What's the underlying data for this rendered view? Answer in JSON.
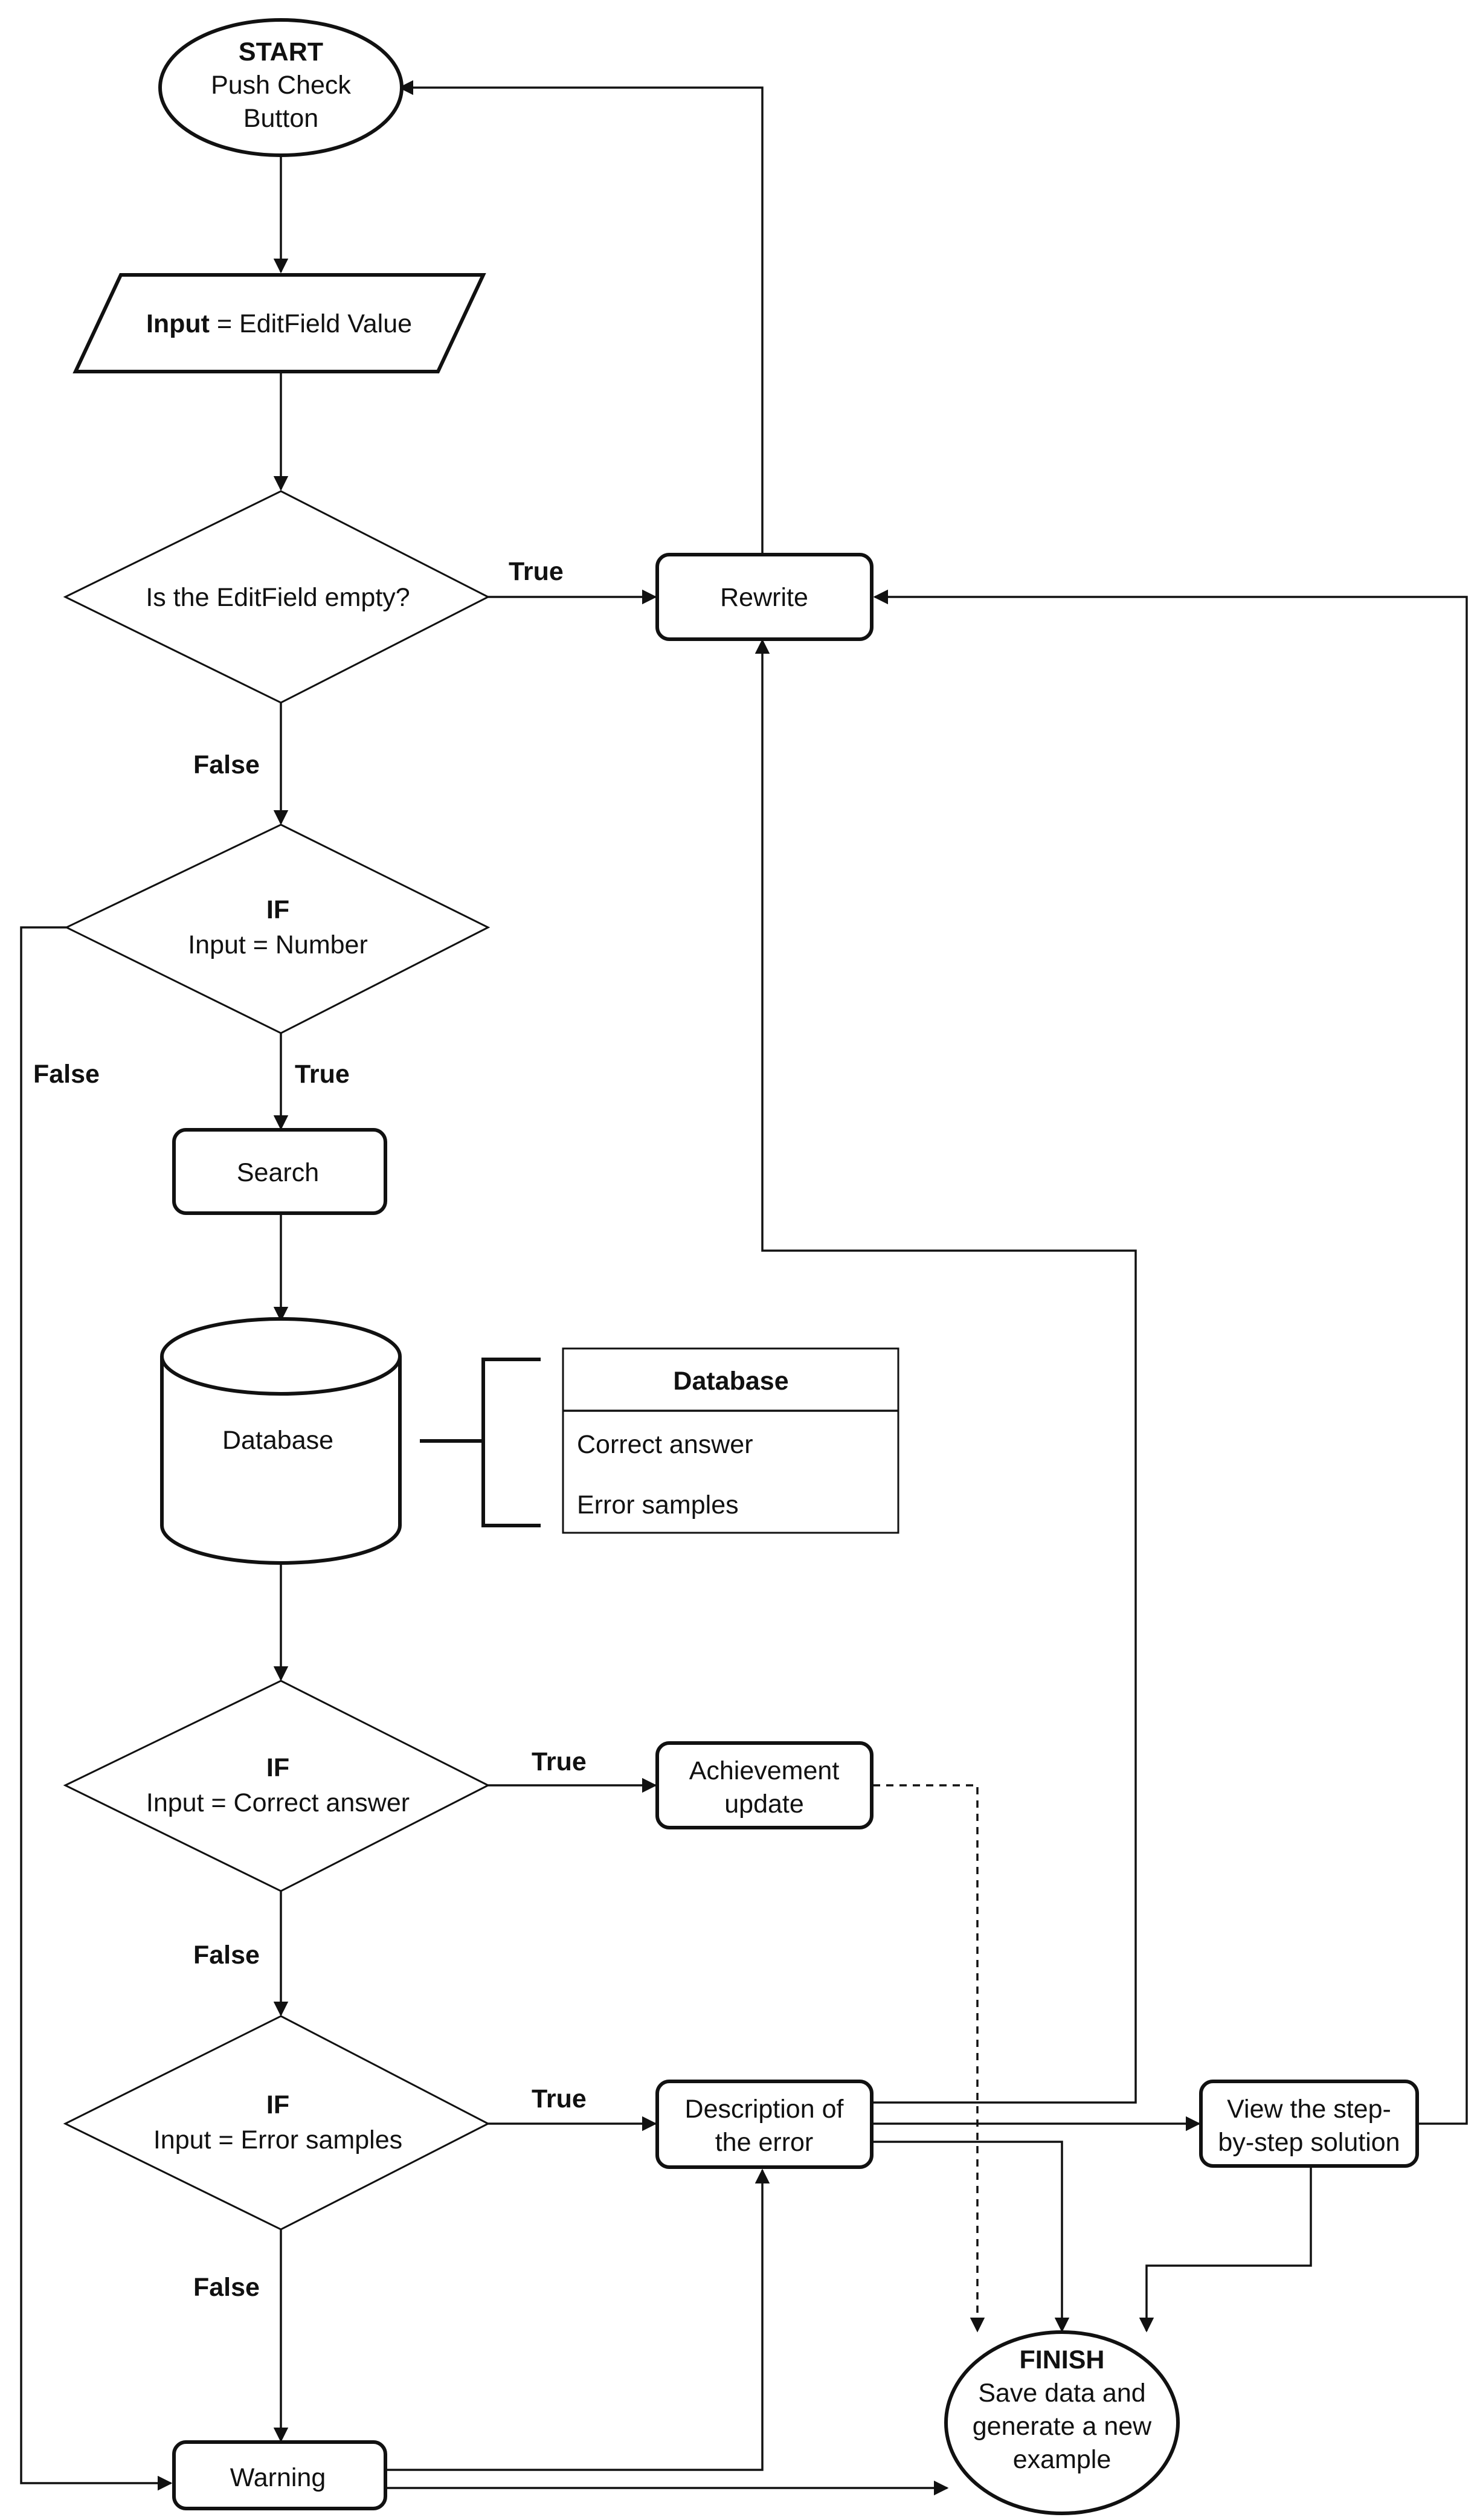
{
  "nodes": {
    "start": {
      "title": "START",
      "line1": "Push Check",
      "line2": "Button"
    },
    "input": {
      "bold": "Input",
      "rest": " = EditField Value"
    },
    "empty_check": {
      "text": "Is the EditField empty?"
    },
    "rewrite": {
      "text": "Rewrite"
    },
    "if_number": {
      "title": "IF",
      "text": "Input = Number"
    },
    "search": {
      "text": "Search"
    },
    "database": {
      "text": "Database"
    },
    "db_table": {
      "header": "Database",
      "rows": [
        "Correct answer",
        "Error samples"
      ]
    },
    "if_correct": {
      "title": "IF",
      "text": "Input = Correct answer"
    },
    "achievement": {
      "line1": "Achievement",
      "line2": "update"
    },
    "if_error": {
      "title": "IF",
      "text": "Input = Error samples"
    },
    "description": {
      "line1": "Description of",
      "line2": "the error"
    },
    "view_solution": {
      "line1": "View the step-",
      "line2": "by-step solution"
    },
    "warning": {
      "text": "Warning"
    },
    "finish": {
      "title": "FINISH",
      "line1": "Save data and",
      "line2": "generate a new",
      "line3": "example"
    }
  },
  "edge_labels": {
    "empty_true": "True",
    "empty_false": "False",
    "number_true": "True",
    "number_false": "False",
    "correct_true": "True",
    "correct_false": "False",
    "error_true": "True",
    "error_false": "False"
  },
  "colors": {
    "stroke": "#111111",
    "background": "#ffffff"
  }
}
